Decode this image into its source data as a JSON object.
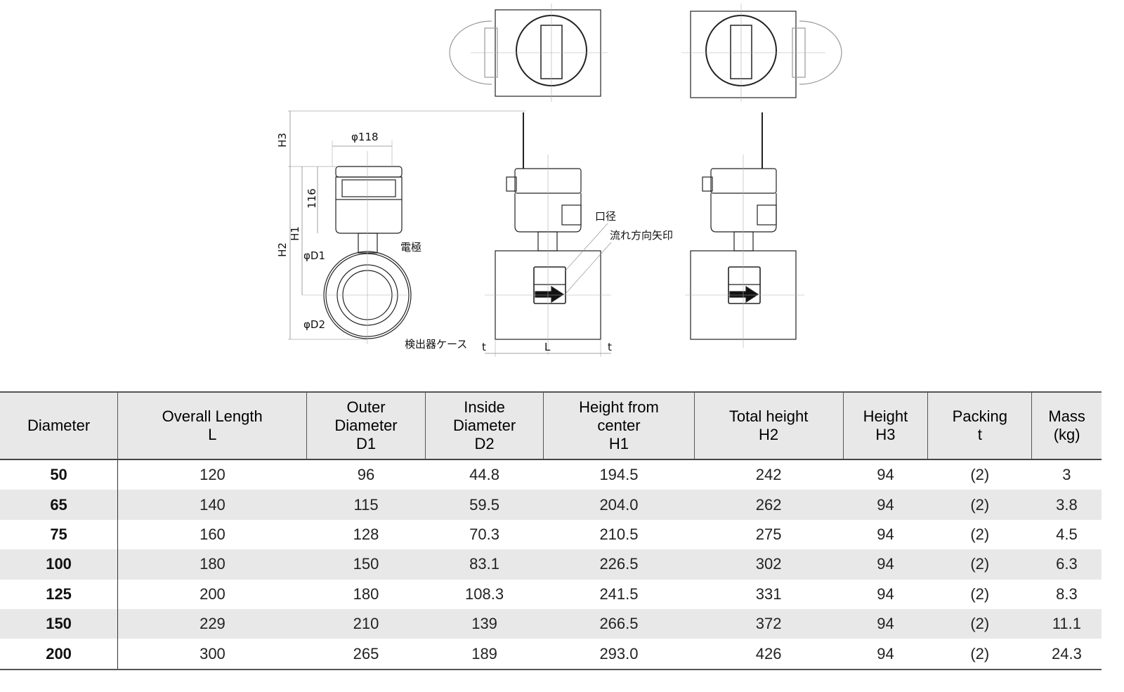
{
  "drawing": {
    "dim_phi118": "φ118",
    "dim_116": "116",
    "dim_H3": "H3",
    "dim_H1": "H1",
    "dim_H2": "H2",
    "dim_phiD1": "φD1",
    "dim_phiD2": "φD2",
    "label_electrode": "電極",
    "label_case": "検出器ケース",
    "label_bore": "口径",
    "label_flow_arrow": "流れ方向矢印",
    "dim_t_left": "t",
    "dim_L": "L",
    "dim_t_right": "t"
  },
  "table": {
    "headers": [
      [
        "Diameter"
      ],
      [
        "Overall Length",
        "L"
      ],
      [
        "Outer",
        "Diameter",
        "D1"
      ],
      [
        "Inside",
        "Diameter",
        "D2"
      ],
      [
        "Height from",
        "center",
        "H1"
      ],
      [
        "Total height",
        "H2"
      ],
      [
        "Height",
        "H3"
      ],
      [
        "Packing",
        "t"
      ],
      [
        "Mass",
        "(kg)"
      ]
    ],
    "rows": [
      [
        "50",
        "120",
        "96",
        "44.8",
        "194.5",
        "242",
        "94",
        "(2)",
        "3"
      ],
      [
        "65",
        "140",
        "115",
        "59.5",
        "204.0",
        "262",
        "94",
        "(2)",
        "3.8"
      ],
      [
        "75",
        "160",
        "128",
        "70.3",
        "210.5",
        "275",
        "94",
        "(2)",
        "4.5"
      ],
      [
        "100",
        "180",
        "150",
        "83.1",
        "226.5",
        "302",
        "94",
        "(2)",
        "6.3"
      ],
      [
        "125",
        "200",
        "180",
        "108.3",
        "241.5",
        "331",
        "94",
        "(2)",
        "8.3"
      ],
      [
        "150",
        "229",
        "210",
        "139",
        "266.5",
        "372",
        "94",
        "(2)",
        "11.1"
      ],
      [
        "200",
        "300",
        "265",
        "189",
        "293.0",
        "426",
        "94",
        "(2)",
        "24.3"
      ]
    ]
  }
}
